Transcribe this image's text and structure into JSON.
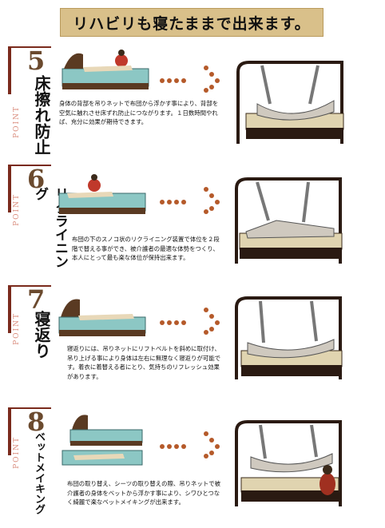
{
  "header": {
    "title": "リハビリも寝たままで出来ます。"
  },
  "sections": [
    {
      "number": "5",
      "point_label": "POINT",
      "title": "床擦れ防止",
      "description": "身体の背部を吊りネットで布団から浮かす事により、背部を空気に触れさせ床ずれ防止につながります。１日数時間やれば、充分に効果が期待できます。"
    },
    {
      "number": "6",
      "point_label": "POINT",
      "title": "リクライニング",
      "description": "布団の下のスノコ状のリクライニング装置で体位を２段階で替える事ができ、被介護者の最適な体勢をつくり、本人にとって最も楽な体位が保持出来ます。"
    },
    {
      "number": "7",
      "point_label": "POINT",
      "title": "寝返り",
      "description": "寝返りには、吊りネットにリフトベルトを斜めに取付け、吊り上げる事により身体は左右に無理なく寝返りが可能です。着衣に着替える者にとり、気持ちのリフレッシュ効果があります。"
    },
    {
      "number": "8",
      "point_label": "POINT",
      "title": "ベットメイキング",
      "description": "布団の取り替え、シーツの取り替えの際、吊りネットで被介護者の身体をベットから浮かす事により、シワひとつなく綺麗で楽なベットメイキングが出来ます。"
    }
  ]
}
